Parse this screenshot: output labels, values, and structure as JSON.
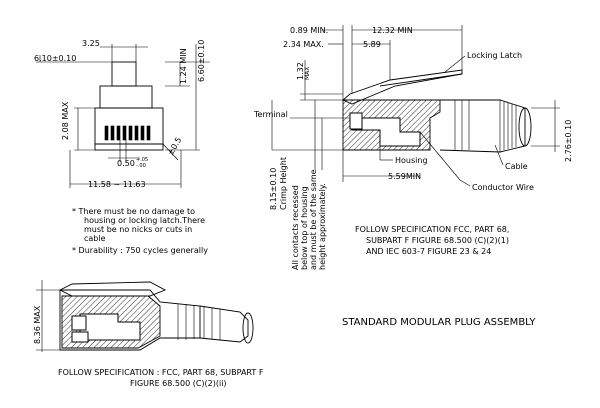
{
  "front_view": {
    "dim_top": "3.25",
    "dim_left_width": "6.10±0.10",
    "dim_latch_height": "1.24 MIN",
    "dim_total_height": "6.60±0.10",
    "dim_body_height": "2.08 MAX",
    "dim_pitch": "0.50",
    "dim_pitch_tol_plus": "+.05",
    "dim_pitch_tol_minus": "-.00",
    "dim_angle": "±0.5",
    "dim_width": "11.58 ~ 11.63"
  },
  "notes": [
    "* There must be no damage to",
    "housing or locking latch.There",
    "must be no nicks or cuts in",
    "cable",
    "* Durability : 750 cycles generally"
  ],
  "side_view": {
    "dim_089": "0.89 MIN.",
    "dim_1232": "12.32 MIN",
    "dim_234": "2.34 MAX.",
    "dim_589": "5.89",
    "dim_132": "1.32",
    "dim_132_max": "MAX",
    "dim_559": "5.59MIN",
    "dim_276": "2.76±0.10",
    "label_locking_latch": "Locking Latch",
    "label_terminal": "Terminal",
    "label_housing": "Housing",
    "label_cable": "Cable",
    "label_conductor": "Conductor Wire",
    "crimp_line1": "8.15±0.10",
    "crimp_line2": "Crimp Height",
    "recess_lines": [
      "All contacts recessed",
      "below top of housing",
      "and must be of the same",
      "height approximately."
    ],
    "spec_lines": [
      "FOLLOW SPECIFICATION   FCC, PART 68,",
      "SUBPART F FIGURE 68.500 (C)(2)(1)",
      "AND IEC 603-7 FIGURE 23 & 24"
    ]
  },
  "bottom_view": {
    "dim_836": "8.36 MAX",
    "spec_lines": [
      "FOLLOW SPECIFICATION : FCC, PART 68,  SUBPART F",
      "FIGURE 68.500 (C)(2)(ii)"
    ]
  },
  "title": "STANDARD MODULAR PLUG ASSEMBLY"
}
